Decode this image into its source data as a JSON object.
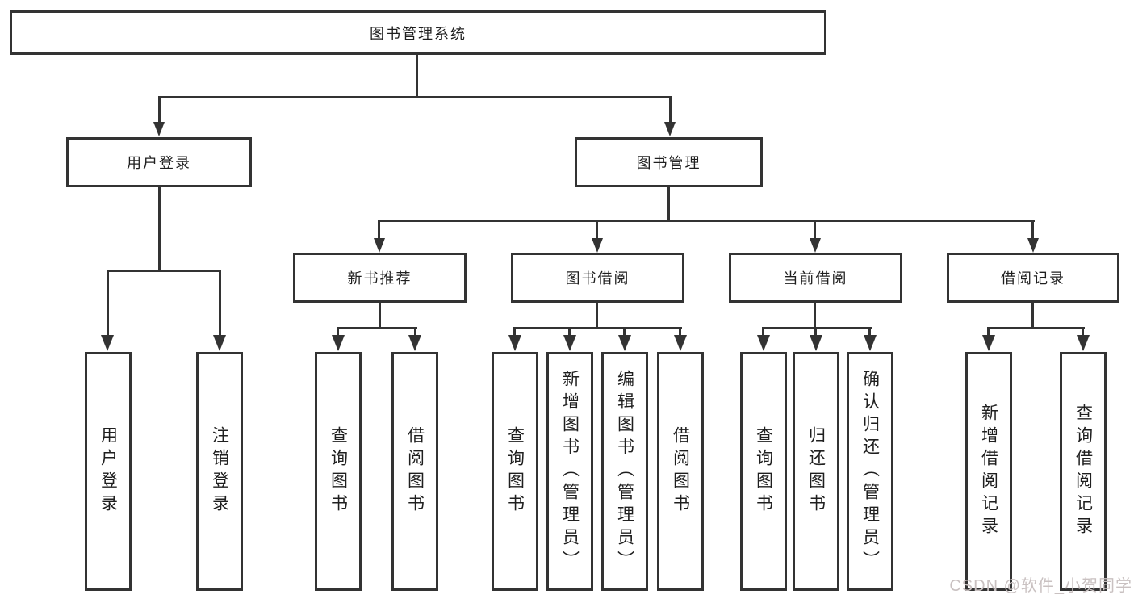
{
  "tree": {
    "root": {
      "label": "图书管理系统",
      "children": [
        {
          "label": "用户登录",
          "children": [
            {
              "label": "用户登录"
            },
            {
              "label": "注销登录"
            }
          ]
        },
        {
          "label": "图书管理",
          "children": [
            {
              "label": "新书推荐",
              "children": [
                {
                  "label": "查询图书"
                },
                {
                  "label": "借阅图书"
                }
              ]
            },
            {
              "label": "图书借阅",
              "children": [
                {
                  "label": "查询图书"
                },
                {
                  "label": "新增图书（管理员）"
                },
                {
                  "label": "编辑图书（管理员）"
                },
                {
                  "label": "借阅图书"
                }
              ]
            },
            {
              "label": "当前借阅",
              "children": [
                {
                  "label": "查询图书"
                },
                {
                  "label": "归还图书"
                },
                {
                  "label": "确认归还（管理员）"
                }
              ]
            },
            {
              "label": "借阅记录",
              "children": [
                {
                  "label": "新增借阅记录"
                },
                {
                  "label": "查询借阅记录"
                }
              ]
            }
          ]
        }
      ]
    }
  },
  "watermark": {
    "text": "CSDN @软件_小贺同学"
  },
  "colors": {
    "line": "#333333",
    "text": "#1f1f1f",
    "watermark": "#c9c1c1",
    "background": "#ffffff"
  }
}
